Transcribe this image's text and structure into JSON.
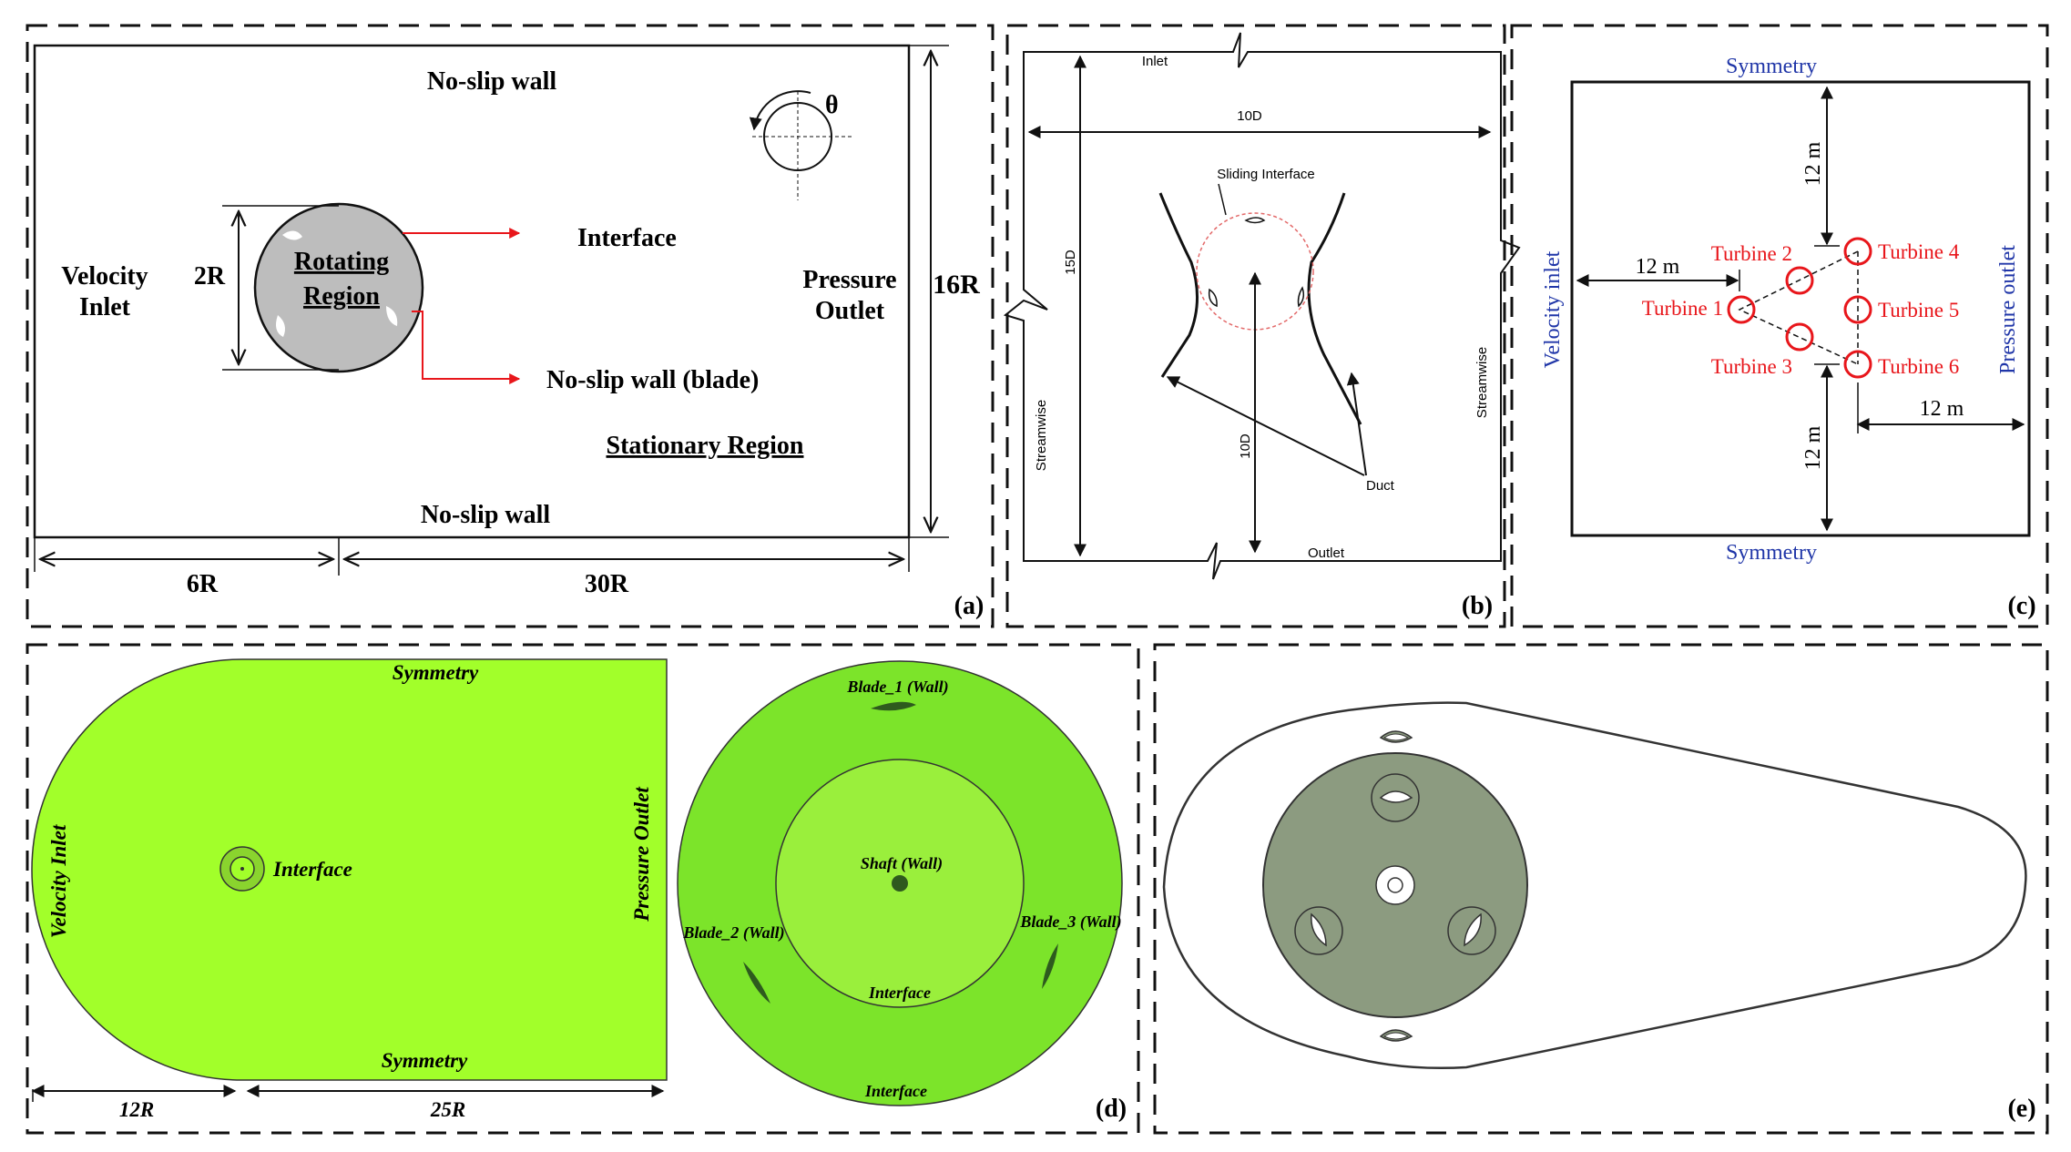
{
  "panels": {
    "a": {
      "label": "(a)",
      "top_wall": "No-slip wall",
      "bottom_wall": "No-slip wall",
      "inlet_line1": "Velocity",
      "inlet_line2": "Inlet",
      "outlet_line1": "Pressure",
      "outlet_line2": "Outlet",
      "rotating_line1": "Rotating",
      "rotating_line2": "Region",
      "interface": "Interface",
      "blade_wall": "No-slip wall (blade)",
      "stationary": "Stationary Region",
      "diameter": "2R",
      "height": "16R",
      "upstream": "6R",
      "downstream": "30R",
      "angle": "θ"
    },
    "b": {
      "label": "(b)",
      "inlet": "Inlet",
      "outlet": "Outlet",
      "width": "10D",
      "height": "15D",
      "inner_height": "10D",
      "sliding": "Sliding Interface",
      "duct": "Duct",
      "streamwise_left": "Streamwise",
      "streamwise_right": "Streamwise"
    },
    "c": {
      "label": "(c)",
      "symmetry_top": "Symmetry",
      "symmetry_bottom": "Symmetry",
      "inlet": "Velocity inlet",
      "outlet": "Pressure outlet",
      "dim_top": "12 m",
      "dim_left": "12 m",
      "dim_right": "12 m",
      "dim_bottom": "12 m",
      "turbines": [
        "Turbine 1",
        "Turbine 2",
        "Turbine 3",
        "Turbine 4",
        "Turbine 5",
        "Turbine 6"
      ]
    },
    "d": {
      "label": "(d)",
      "symmetry_top": "Symmetry",
      "symmetry_bottom": "Symmetry",
      "inlet": "Velocity Inlet",
      "outlet": "Pressure Outlet",
      "interface": "Interface",
      "dim_left": "12R",
      "dim_right": "25R",
      "blade1": "Blade_1 (Wall)",
      "blade2": "Blade_2 (Wall)",
      "blade3": "Blade_3 (Wall)",
      "shaft": "Shaft (Wall)",
      "inner_interface": "Interface",
      "outer_interface": "Interface"
    },
    "e": {
      "label": "(e)"
    }
  },
  "colors": {
    "ink": "#111111",
    "red": "#e8161b",
    "blue": "#2036a8",
    "green_light": "#a2ff2a",
    "green_mid": "#7ce42a",
    "green_inner": "#9aef3c",
    "rotor_grey": "#8c9b80",
    "blade_dark": "#2e5a1e"
  }
}
